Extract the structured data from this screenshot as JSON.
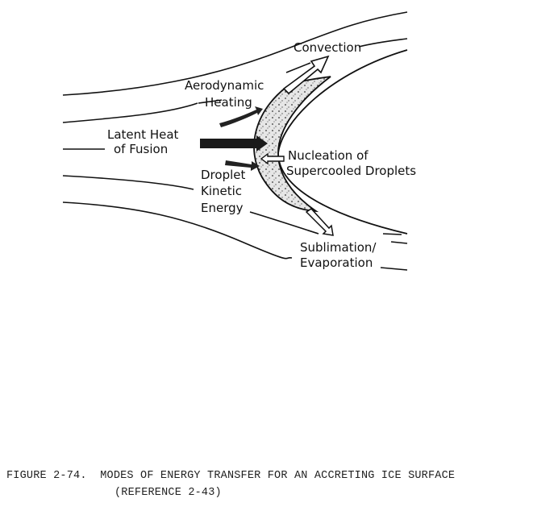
{
  "diagram": {
    "labels": {
      "convection": "Convection",
      "aero_1": "Aerodynamic",
      "aero_2": "Heating",
      "latent_1": "Latent Heat",
      "latent_2": "of Fusion",
      "nucleation_1": "Nucleation of",
      "nucleation_2": "Supercooled Droplets",
      "droplet_1": "Droplet",
      "droplet_2": "Kinetic",
      "droplet_3": "Energy",
      "sublimation_1": "Sublimation/",
      "sublimation_2": "Evaporation"
    },
    "colors": {
      "ink": "#111111",
      "ice_fill": "#d8d8d8",
      "background": "#ffffff"
    }
  },
  "caption": {
    "line1": "FIGURE 2-74.  MODES OF ENERGY TRANSFER FOR AN ACCRETING ICE SURFACE",
    "line2": "(REFERENCE 2-43)"
  }
}
